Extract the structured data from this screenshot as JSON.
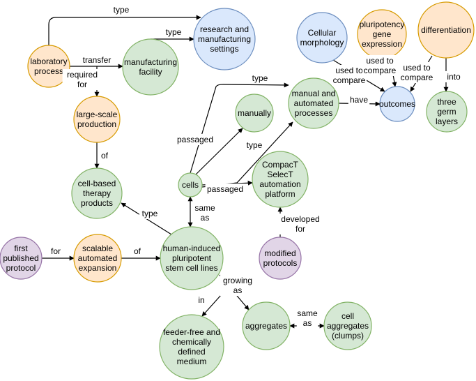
{
  "palette": {
    "green": {
      "fill": "#d5e8d4",
      "stroke": "#82b366"
    },
    "orange": {
      "fill": "#ffe6cc",
      "stroke": "#d79b00"
    },
    "blue": {
      "fill": "#dae8fc",
      "stroke": "#6c8ebf"
    },
    "purple": {
      "fill": "#e1d5e7",
      "stroke": "#9673a6"
    }
  },
  "nodes": [
    {
      "id": "lab",
      "lines": [
        "laboratory",
        "process"
      ],
      "color": "orange"
    },
    {
      "id": "mfg",
      "lines": [
        "manufacturing",
        "facility"
      ],
      "color": "green"
    },
    {
      "id": "rms",
      "lines": [
        "research and",
        "manufacturing",
        "settings"
      ],
      "color": "blue"
    },
    {
      "id": "lsp",
      "lines": [
        "large-scale",
        "production"
      ],
      "color": "orange"
    },
    {
      "id": "ctp",
      "lines": [
        "cell-based",
        "therapy",
        "products"
      ],
      "color": "green"
    },
    {
      "id": "cells",
      "lines": [
        "cells"
      ],
      "color": "green"
    },
    {
      "id": "man",
      "lines": [
        "manually"
      ],
      "color": "green"
    },
    {
      "id": "map",
      "lines": [
        "manual and",
        "automated",
        "processes"
      ],
      "color": "green"
    },
    {
      "id": "csap",
      "lines": [
        "CompacT",
        "SelecT",
        "automation",
        "platform"
      ],
      "color": "green"
    },
    {
      "id": "cm",
      "lines": [
        "Cellular",
        "morphology"
      ],
      "color": "blue"
    },
    {
      "id": "pge",
      "lines": [
        "pluripotency",
        "gene",
        "expression"
      ],
      "color": "orange"
    },
    {
      "id": "diff",
      "lines": [
        "differentiation"
      ],
      "color": "orange"
    },
    {
      "id": "out",
      "lines": [
        "outcomes"
      ],
      "color": "blue"
    },
    {
      "id": "tgl",
      "lines": [
        "three",
        "germ",
        "layers"
      ],
      "color": "green"
    },
    {
      "id": "hipsc",
      "lines": [
        "human-induced",
        "pluripotent",
        "stem cell lines"
      ],
      "color": "green"
    },
    {
      "id": "fpp",
      "lines": [
        "first",
        "published",
        "protocol"
      ],
      "color": "purple"
    },
    {
      "id": "sae",
      "lines": [
        "scalable",
        "automated",
        "expansion"
      ],
      "color": "orange"
    },
    {
      "id": "modp",
      "lines": [
        "modified",
        "protocols"
      ],
      "color": "purple"
    },
    {
      "id": "agg",
      "lines": [
        "aggregates"
      ],
      "color": "green"
    },
    {
      "id": "clumps",
      "lines": [
        "cell",
        "aggregates",
        "(clumps)"
      ],
      "color": "green"
    },
    {
      "id": "ffm",
      "lines": [
        "feeder-free and",
        "chemically",
        "defined",
        "medium"
      ],
      "color": "green"
    }
  ],
  "edges": [
    {
      "id": "lab-rms",
      "lines": [
        "type"
      ]
    },
    {
      "id": "mfg-rms",
      "lines": [
        "type"
      ]
    },
    {
      "id": "lab-mfg",
      "lines": [
        "transfer"
      ]
    },
    {
      "id": "lab-lsp",
      "lines": [
        "required",
        "for"
      ]
    },
    {
      "id": "lsp-ctp",
      "lines": [
        "of"
      ]
    },
    {
      "id": "cells-map",
      "lines": [
        "type"
      ]
    },
    {
      "id": "cells-man",
      "lines": [
        "passaged"
      ]
    },
    {
      "id": "map-out",
      "lines": [
        "have"
      ]
    },
    {
      "id": "csap-map",
      "lines": [
        "type"
      ]
    },
    {
      "id": "cells-csap",
      "lines": [
        "passaged"
      ]
    },
    {
      "id": "cm-out",
      "lines": [
        "used to",
        "compare"
      ]
    },
    {
      "id": "pge-out",
      "lines": [
        "used to",
        "compare"
      ]
    },
    {
      "id": "diff-out",
      "lines": [
        "used to",
        "compare"
      ]
    },
    {
      "id": "diff-tgl",
      "lines": [
        "into"
      ]
    },
    {
      "id": "hipsc-ctp",
      "lines": [
        "type"
      ]
    },
    {
      "id": "cells-hipsc",
      "lines": [
        "same",
        "as"
      ]
    },
    {
      "id": "modp-csap",
      "lines": [
        "developed",
        "for"
      ]
    },
    {
      "id": "fpp-sae",
      "lines": [
        "for"
      ]
    },
    {
      "id": "sae-hipsc",
      "lines": [
        "of"
      ]
    },
    {
      "id": "hipsc-agg",
      "lines": [
        "growing",
        "as"
      ]
    },
    {
      "id": "hipsc-ffm",
      "lines": [
        "in"
      ]
    },
    {
      "id": "agg-clumps",
      "lines": [
        "same",
        "as"
      ]
    }
  ]
}
